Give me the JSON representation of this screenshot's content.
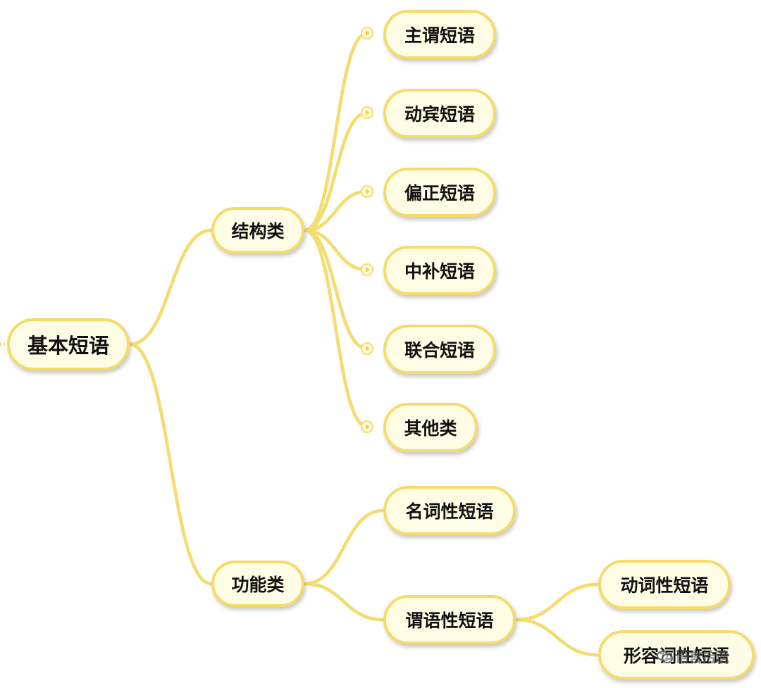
{
  "root": {
    "label": "基本短语"
  },
  "branches": [
    {
      "label": "结构类",
      "children": [
        {
          "label": "主谓短语"
        },
        {
          "label": "动宾短语"
        },
        {
          "label": "偏正短语"
        },
        {
          "label": "中补短语"
        },
        {
          "label": "联合短语"
        },
        {
          "label": "其他类"
        }
      ]
    },
    {
      "label": "功能类",
      "children": [
        {
          "label": "名词性短语"
        },
        {
          "label": "谓语性短语",
          "children": [
            {
              "label": "动词性短语"
            },
            {
              "label": "形容词性短语"
            }
          ]
        }
      ]
    }
  ],
  "watermark": {
    "text": "语言拾遗",
    "icon": "chat-bubbles-icon"
  },
  "colors": {
    "node_fill": "#fffde6",
    "node_border": "#f5dc6a",
    "connector": "#f3dc72",
    "text": "#111111"
  }
}
